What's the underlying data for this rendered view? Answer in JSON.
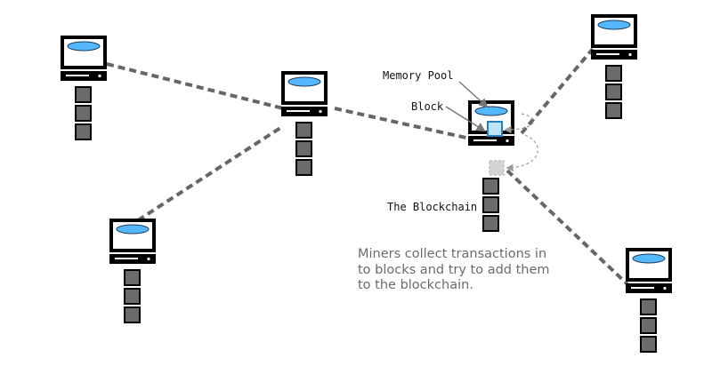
{
  "labels": {
    "memory_pool": "Memory Pool",
    "block": "Block",
    "blockchain": "The Blockchain"
  },
  "caption": {
    "line1": "Miners collect transactions in",
    "line2": "to blocks and try to add them",
    "line3": "to the blockchain."
  },
  "colors": {
    "screen_fill": "#55b8ff",
    "chain_block": "#6b6b6b",
    "connection": "#666666",
    "new_block_fill": "#bfe3f7",
    "pending_block": "#d4d4d4",
    "caption_text": "#6b6b6b"
  },
  "icons": [
    "computer-node-icon",
    "chain-block-icon",
    "transaction-arrow-icon"
  ]
}
